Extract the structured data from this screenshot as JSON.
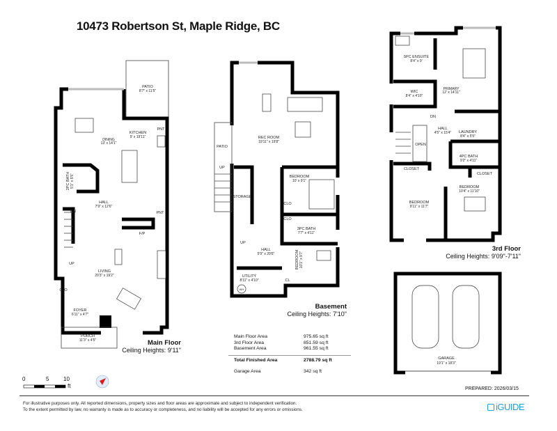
{
  "title": "10473 Robertson St, Maple Ridge, BC",
  "main_floor": {
    "name": "Main Floor",
    "ceiling": "Ceiling Heights: 9'11\"",
    "rooms": [
      {
        "name": "PATIO",
        "dims": "8'7\" x 11'5\""
      },
      {
        "name": "DINING",
        "dims": "13' x 14'1\""
      },
      {
        "name": "KITCHEN",
        "dims": "9' x 19'11\""
      },
      {
        "name": "PNT"
      },
      {
        "name": "2PC BATH",
        "dims": "5'1\" x 5'5\""
      },
      {
        "name": "HALL",
        "dims": "7'9\" x 12'6\""
      },
      {
        "name": "DN"
      },
      {
        "name": "PNT"
      },
      {
        "name": "F/P"
      },
      {
        "name": "UP"
      },
      {
        "name": "LIVING",
        "dims": "20'3\" x 19'2\""
      },
      {
        "name": "CLO"
      },
      {
        "name": "FOYER",
        "dims": "6'11\" x 4'7\""
      },
      {
        "name": "PORCH",
        "dims": "11'3\" x 4'5\""
      }
    ]
  },
  "basement": {
    "name": "Basement",
    "ceiling": "Ceiling Heights: 7'10\"",
    "rooms": [
      {
        "name": "REC ROOM",
        "dims": "19'11\" x 19'8\""
      },
      {
        "name": "PATIO"
      },
      {
        "name": "UP"
      },
      {
        "name": "STORAGE"
      },
      {
        "name": "BEDROOM",
        "dims": "10' x 9'1\""
      },
      {
        "name": "CLO"
      },
      {
        "name": "CLO"
      },
      {
        "name": "3PC BATH",
        "dims": "7'7\" x 4'11\""
      },
      {
        "name": "UP"
      },
      {
        "name": "HALL",
        "dims": "5'9\" x 20'6\""
      },
      {
        "name": "BEDROOM",
        "dims": "10'1\" x 9'7\""
      },
      {
        "name": "UTILITY",
        "dims": "8'11\" x 4'10\""
      },
      {
        "name": "WH"
      },
      {
        "name": "CL"
      }
    ]
  },
  "third_floor": {
    "name": "3rd Floor",
    "ceiling": "Ceiling Heights: 9'09\"-7'11\"",
    "rooms": [
      {
        "name": "5PC ENSUITE",
        "dims": "8'4\" x 9'"
      },
      {
        "name": "WIC",
        "dims": "8'4\" x 4'10\""
      },
      {
        "name": "PRIMARY",
        "dims": "12' x 14'11\""
      },
      {
        "name": "DN"
      },
      {
        "name": "HALL",
        "dims": "4'5\" x 15'4\""
      },
      {
        "name": "LAUNDRY",
        "dims": "8'4\" x 5'5\""
      },
      {
        "name": "OPEN"
      },
      {
        "name": "4PC BATH",
        "dims": "9'2\" x 4'11\""
      },
      {
        "name": "CLOSET"
      },
      {
        "name": "CLOSET"
      },
      {
        "name": "BEDROOM",
        "dims": "10'4\" x 11'10\""
      },
      {
        "name": "BEDROOM",
        "dims": "9'11\" x 11'7\""
      }
    ]
  },
  "garage": {
    "name": "GARAGE",
    "dims": "19'1\" x 18'3\""
  },
  "areas": {
    "rows": [
      {
        "label": "Main Floor Area",
        "value": "975.65 sq ft"
      },
      {
        "label": "3rd Floor Area",
        "value": "851.59 sq ft"
      },
      {
        "label": "Basement Area",
        "value": "961.55 sq ft"
      }
    ],
    "total": {
      "label": "Total Finished Area",
      "value": "2788.79 sq ft"
    },
    "garage": {
      "label": "Garage Area",
      "value": "342 sq ft"
    }
  },
  "scale": {
    "ticks": [
      "0",
      "5",
      "10"
    ],
    "unit": "ft"
  },
  "compass_icon": "north-arrow-icon",
  "prepared": "PREPARED: 2026/03/15",
  "footer": {
    "line1": "For illustrative purposes only. All reported dimensions, property sizes and floor areas are approximate and subject to independent verification.",
    "line2": "To the extent permitted by law, no warranty is made as to accuracy or completeness, and no liability will be accepted for any errors or omissions."
  },
  "logo": "iGUIDE",
  "colors": {
    "walls": "#000000",
    "brand": "#1aa0d8",
    "compass": "#d62020"
  }
}
